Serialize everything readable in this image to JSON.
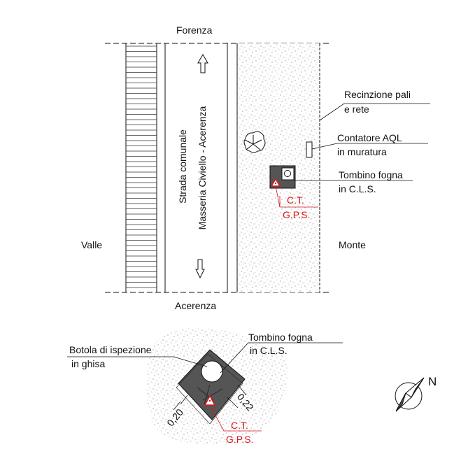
{
  "plan": {
    "north_label": "Forenza",
    "south_label": "Acerenza",
    "west_label": "Valle",
    "east_label": "Monte",
    "road_line1": "Strada comunale",
    "road_line2": "Masseria Civiello - Acerenza",
    "fence_line1": "Recinzione pali",
    "fence_line2": "e rete",
    "meter_line1": "Contatore AQL",
    "meter_line2": "in muratura",
    "manhole_line1": "Tombino fogna",
    "manhole_line2": "in C.L.S.",
    "point_line1": "C.T.",
    "point_line2": "G.P.S."
  },
  "detail": {
    "hatch_line1": "Botola di ispezione",
    "hatch_line2": "in ghisa",
    "manhole_line1": "Tombino fogna",
    "manhole_line2": "in C.L.S.",
    "dim_left": "0,20",
    "dim_right": "0,22",
    "point_line1": "C.T.",
    "point_line2": "G.P.S."
  },
  "compass": {
    "label": "N"
  },
  "colors": {
    "survey_point": "#d7191c",
    "line": "#111111",
    "manhole_fill": "#555555"
  }
}
